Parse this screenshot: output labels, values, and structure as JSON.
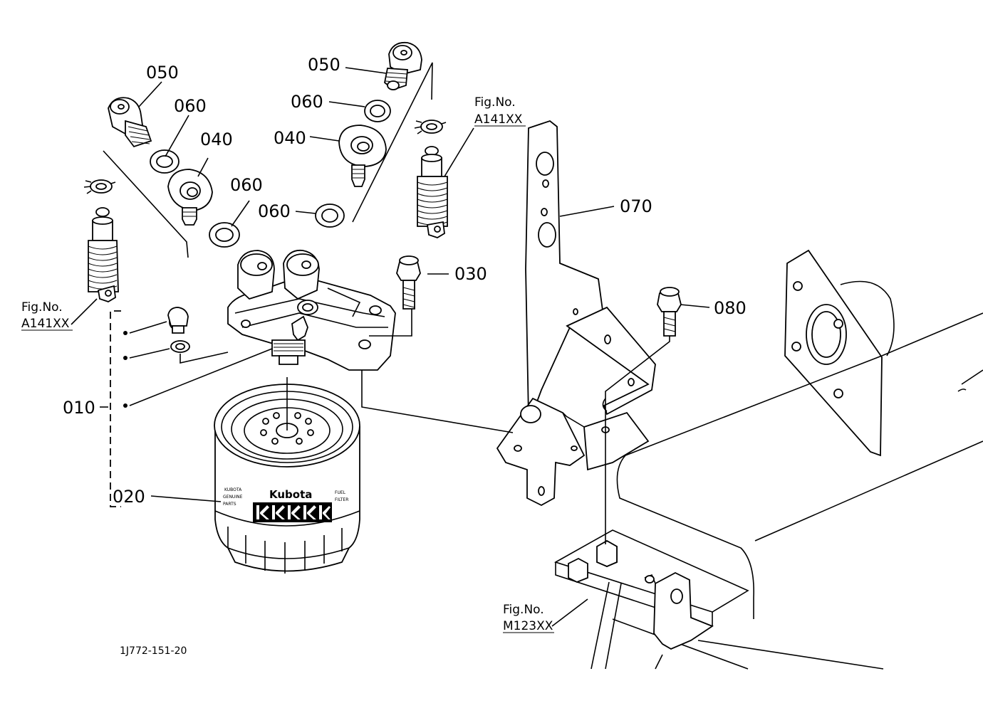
{
  "diagram": {
    "drawing_code": "1J772-151-20",
    "part_labels": {
      "p010": "010",
      "p020": "020",
      "p030": "030",
      "p040_left": "040",
      "p040_right": "040",
      "p050_left": "050",
      "p050_right": "050",
      "p060_a": "060",
      "p060_b": "060",
      "p060_c": "060",
      "p060_d": "060",
      "p070": "070",
      "p080": "080"
    },
    "figure_refs": {
      "left": {
        "title": "Fig.No.",
        "number": "A141XX"
      },
      "top": {
        "title": "Fig.No.",
        "number": "A141XX"
      },
      "bottom": {
        "title": "Fig.No.",
        "number": "M123XX"
      }
    },
    "filter_branding": {
      "brand": "Kubota",
      "mark": "KKKKK",
      "side_text_left": [
        "KUBOTA",
        "GENUINE",
        "PARTS"
      ],
      "side_text_right": [
        "FUEL",
        "FILTER"
      ]
    }
  }
}
